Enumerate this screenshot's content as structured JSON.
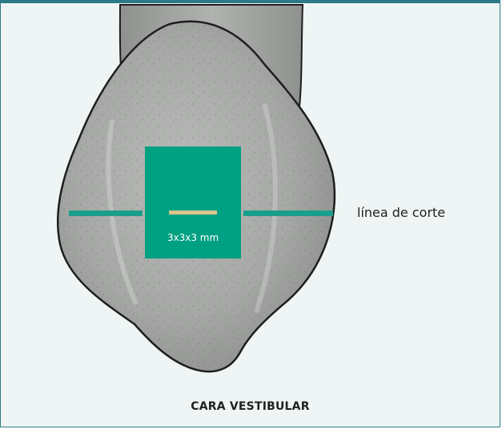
{
  "labels": {
    "cut_line": "línea de corte",
    "sample_size": "3x3x3 mm",
    "caption": "CARA VESTIBULAR"
  },
  "colors": {
    "frame_border": "#2c7a86",
    "background": "#eef5f4",
    "sample_block": "#00a082",
    "cut_line": "#1a9e8c",
    "inner_cut_mark": "#d9c48a",
    "tooth_fill": "#a8aaa8",
    "tooth_outline": "#1e1e1e"
  },
  "icons": {
    "tooth": "tooth-crown-illustration"
  }
}
